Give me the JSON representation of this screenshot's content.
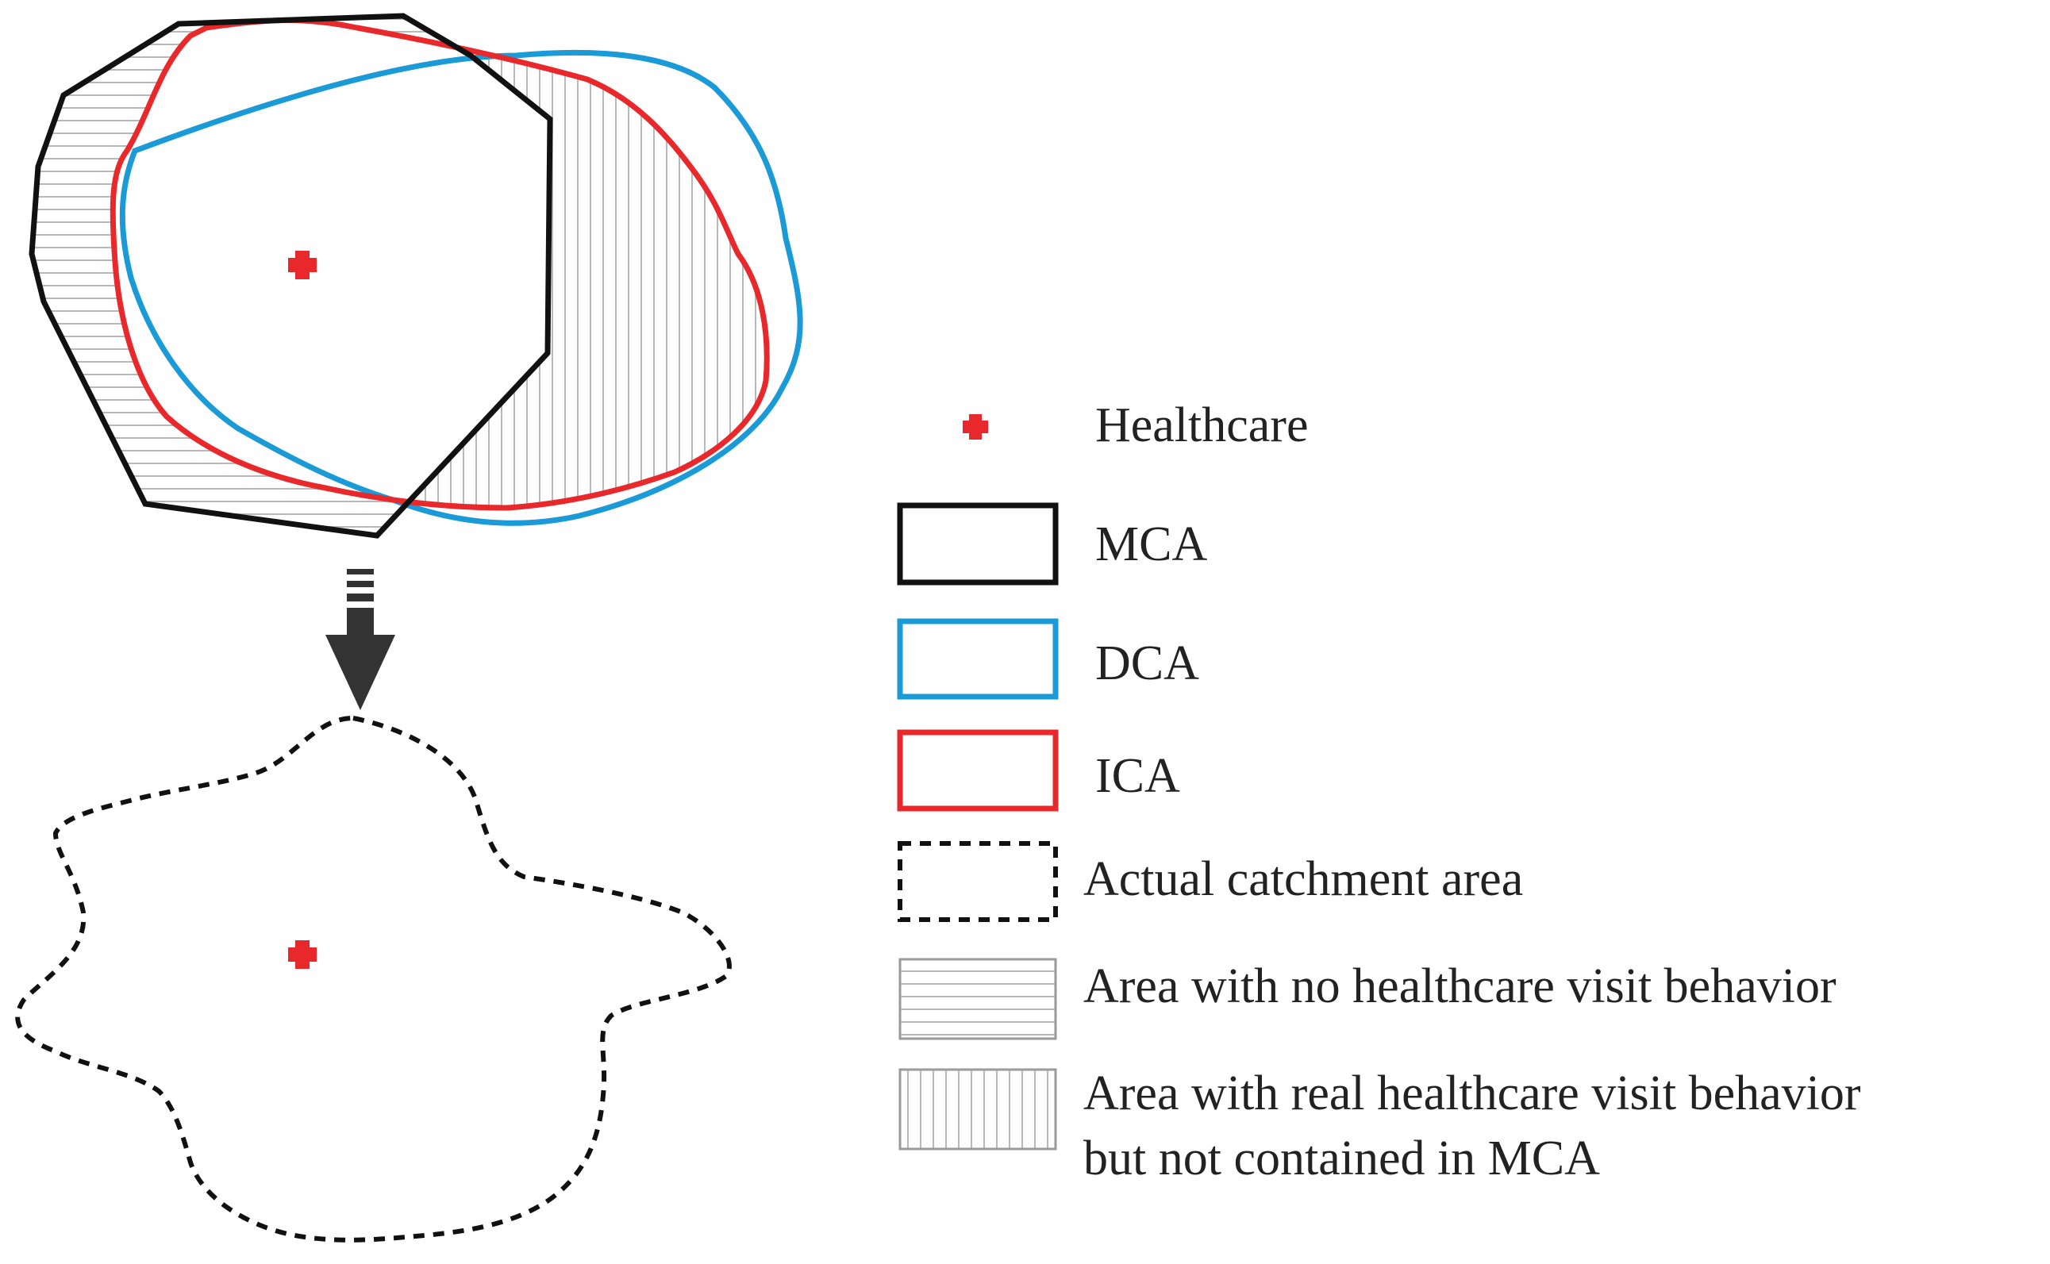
{
  "colors": {
    "healthcare": "#e8282b",
    "mca": "#111111",
    "dca": "#1a9ad6",
    "ica": "#e8282b",
    "actual": "#111111",
    "hatch": "#b9b9b9",
    "arrow": "#333333"
  },
  "legend": {
    "healthcare": "Healthcare",
    "mca": "MCA",
    "dca": "DCA",
    "ica": "ICA",
    "actual": "Actual catchment area",
    "no_visit": "Area with no healthcare visit behavior",
    "real_visit_line1": "Area with real healthcare visit behavior",
    "real_visit_line2": "but not contained in MCA"
  }
}
